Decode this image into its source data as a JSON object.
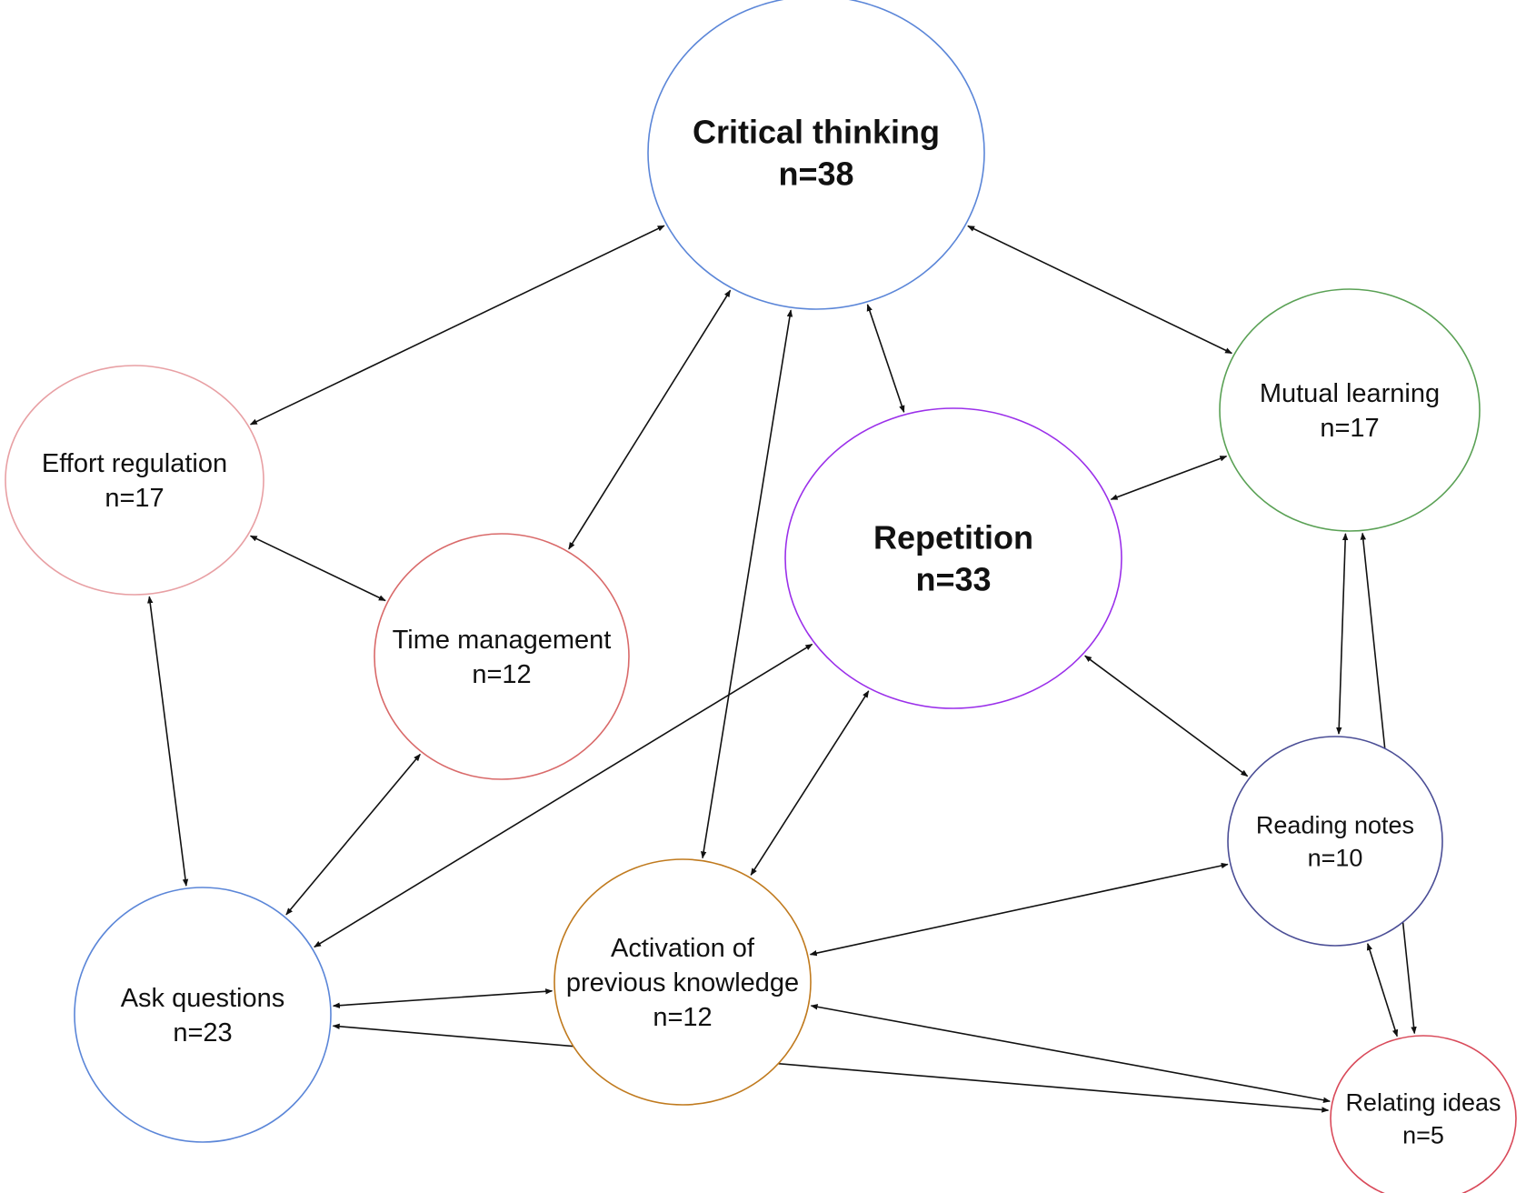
{
  "colors": {
    "blue": "#5b86d8",
    "pink": "#e8a0a4",
    "red": "#d96a6a",
    "purple": "#9b30ea",
    "green": "#5aa155",
    "navy": "#4b4e96",
    "orange": "#c07a1e",
    "crimson": "#d94a5a",
    "edge": "#111111"
  },
  "nodes": [
    {
      "id": "critical-thinking",
      "name": "Critical thinking",
      "count": "n=38",
      "emphasis": "bold",
      "color": "#5b86d8"
    },
    {
      "id": "repetition",
      "name": "Repetition",
      "count": "n=33",
      "emphasis": "bold",
      "color": "#9b30ea"
    },
    {
      "id": "effort-regulation",
      "name": "Effort regulation",
      "count": "n=17",
      "emphasis": "normal",
      "color": "#e8a0a4"
    },
    {
      "id": "mutual-learning",
      "name": "Mutual learning",
      "count": "n=17",
      "emphasis": "normal",
      "color": "#5aa155"
    },
    {
      "id": "time-management",
      "name": "Time management",
      "count": "n=12",
      "emphasis": "normal",
      "color": "#d96a6a"
    },
    {
      "id": "reading-notes",
      "name": "Reading notes",
      "count": "n=10",
      "emphasis": "normal",
      "color": "#4b4e96"
    },
    {
      "id": "ask-questions",
      "name": "Ask questions",
      "count": "n=23",
      "emphasis": "normal",
      "color": "#5b86d8"
    },
    {
      "id": "activation-previous-knowledge",
      "name_lines": [
        "Activation of",
        "previous knowledge"
      ],
      "count": "n=12",
      "emphasis": "normal",
      "color": "#c07a1e"
    },
    {
      "id": "relating-ideas",
      "name": "Relating ideas",
      "count": "n=5",
      "emphasis": "normal",
      "color": "#d94a5a"
    }
  ],
  "edges": [
    {
      "from": "critical-thinking",
      "to": "effort-regulation",
      "direction": "both"
    },
    {
      "from": "critical-thinking",
      "to": "time-management",
      "direction": "both"
    },
    {
      "from": "critical-thinking",
      "to": "repetition",
      "direction": "both"
    },
    {
      "from": "critical-thinking",
      "to": "mutual-learning",
      "direction": "both"
    },
    {
      "from": "critical-thinking",
      "to": "activation-previous-knowledge",
      "direction": "both"
    },
    {
      "from": "effort-regulation",
      "to": "time-management",
      "direction": "both"
    },
    {
      "from": "effort-regulation",
      "to": "ask-questions",
      "direction": "both"
    },
    {
      "from": "time-management",
      "to": "ask-questions",
      "direction": "both"
    },
    {
      "from": "repetition",
      "to": "ask-questions",
      "direction": "both"
    },
    {
      "from": "repetition",
      "to": "mutual-learning",
      "direction": "both"
    },
    {
      "from": "repetition",
      "to": "reading-notes",
      "direction": "both"
    },
    {
      "from": "repetition",
      "to": "activation-previous-knowledge",
      "direction": "both"
    },
    {
      "from": "mutual-learning",
      "to": "reading-notes",
      "direction": "both"
    },
    {
      "from": "mutual-learning",
      "to": "relating-ideas",
      "direction": "both"
    },
    {
      "from": "reading-notes",
      "to": "activation-previous-knowledge",
      "direction": "both"
    },
    {
      "from": "reading-notes",
      "to": "relating-ideas",
      "direction": "both"
    },
    {
      "from": "ask-questions",
      "to": "activation-previous-knowledge",
      "direction": "both"
    },
    {
      "from": "ask-questions",
      "to": "relating-ideas",
      "direction": "both"
    },
    {
      "from": "activation-previous-knowledge",
      "to": "relating-ideas",
      "direction": "both"
    }
  ]
}
